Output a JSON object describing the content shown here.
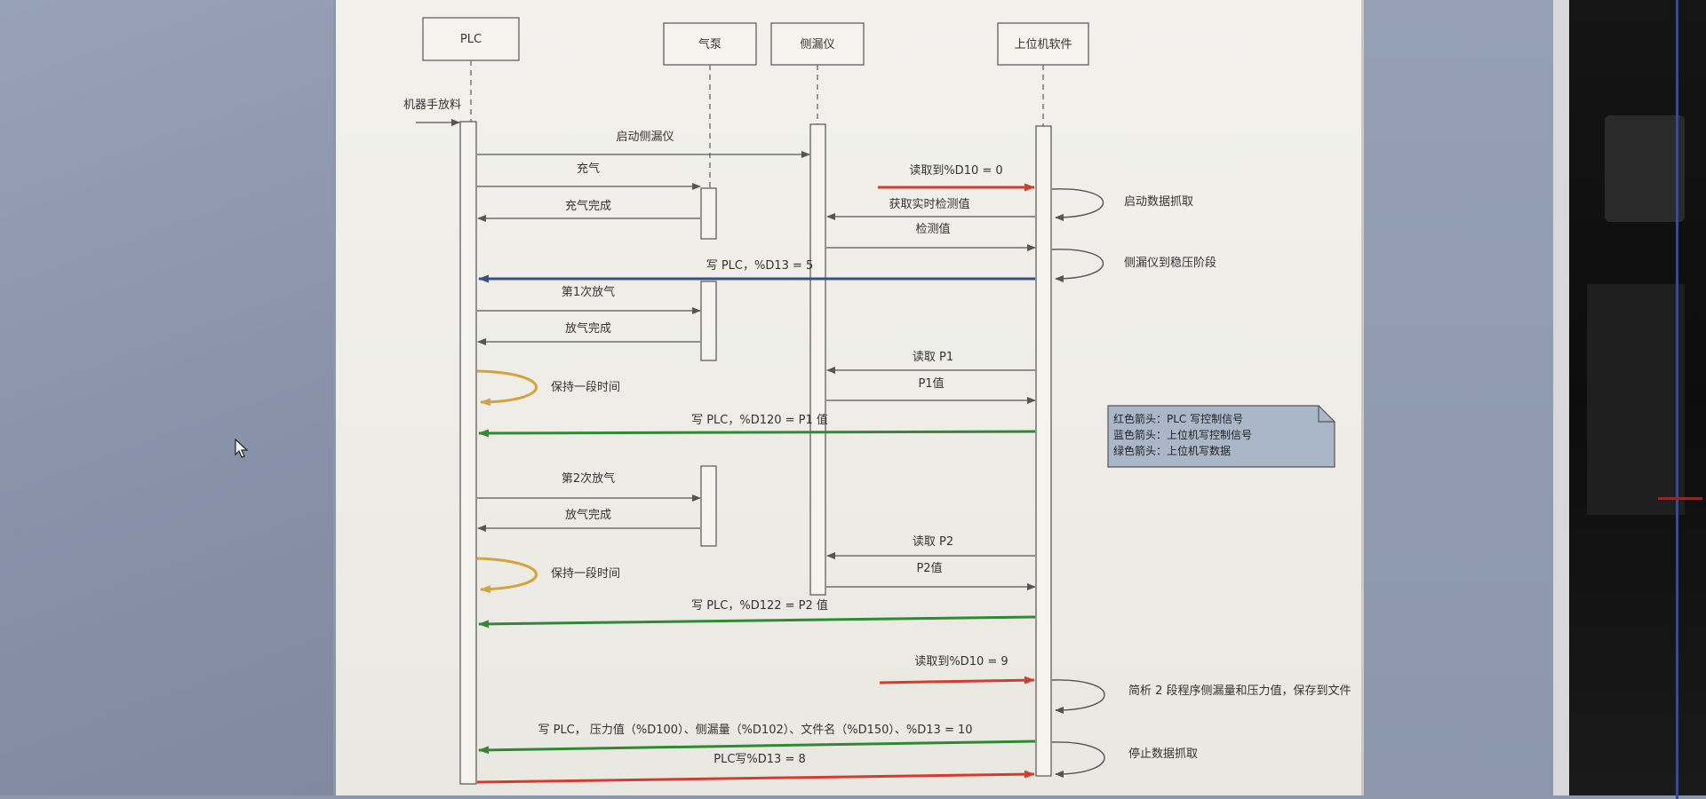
{
  "participants": [
    "PLC",
    "气泵",
    "侧漏仪",
    "上位机软件"
  ],
  "incoming_label": "机器手放料",
  "messages": [
    {
      "text": "启动侧漏仪"
    },
    {
      "text": "充气"
    },
    {
      "text": "充气完成"
    },
    {
      "text": "读取到%D10 = 0"
    },
    {
      "text": "获取实时检测值"
    },
    {
      "text": "检测值"
    },
    {
      "text": "写 PLC，%D13 = 5"
    },
    {
      "text": "第1次放气"
    },
    {
      "text": "放气完成"
    },
    {
      "text": "读取 P1"
    },
    {
      "text": "P1值"
    },
    {
      "text": "写 PLC，%D120 = P1 值"
    },
    {
      "text": "第2次放气"
    },
    {
      "text": "放气完成"
    },
    {
      "text": "读取 P2"
    },
    {
      "text": "P2值"
    },
    {
      "text": "写 PLC，%D122 = P2 值"
    },
    {
      "text": "读取到%D10 = 9"
    },
    {
      "text": "写 PLC， 压力值（%D100）、侧漏量（%D102）、文件名（%D150）、%D13 = 10"
    },
    {
      "text": "PLC写%D13 = 8"
    }
  ],
  "self_calls": [
    {
      "text": "启动数据抓取"
    },
    {
      "text": "侧漏仪到稳压阶段"
    },
    {
      "text": "保持一段时间"
    },
    {
      "text": "保持一段时间"
    },
    {
      "text": "简析 2 段程序侧漏量和压力值，保存到文件"
    },
    {
      "text": "停止数据抓取"
    }
  ],
  "legend": [
    "红色箭头：PLC 写控制信号",
    "蓝色箭头：上位机写控制信号",
    "绿色箭头：上位机写数据"
  ],
  "colors": {
    "red": "#d93a2e",
    "blue": "#3a4f86",
    "green": "#2f8a33",
    "gold": "#d4a43a",
    "line": "#555555"
  }
}
